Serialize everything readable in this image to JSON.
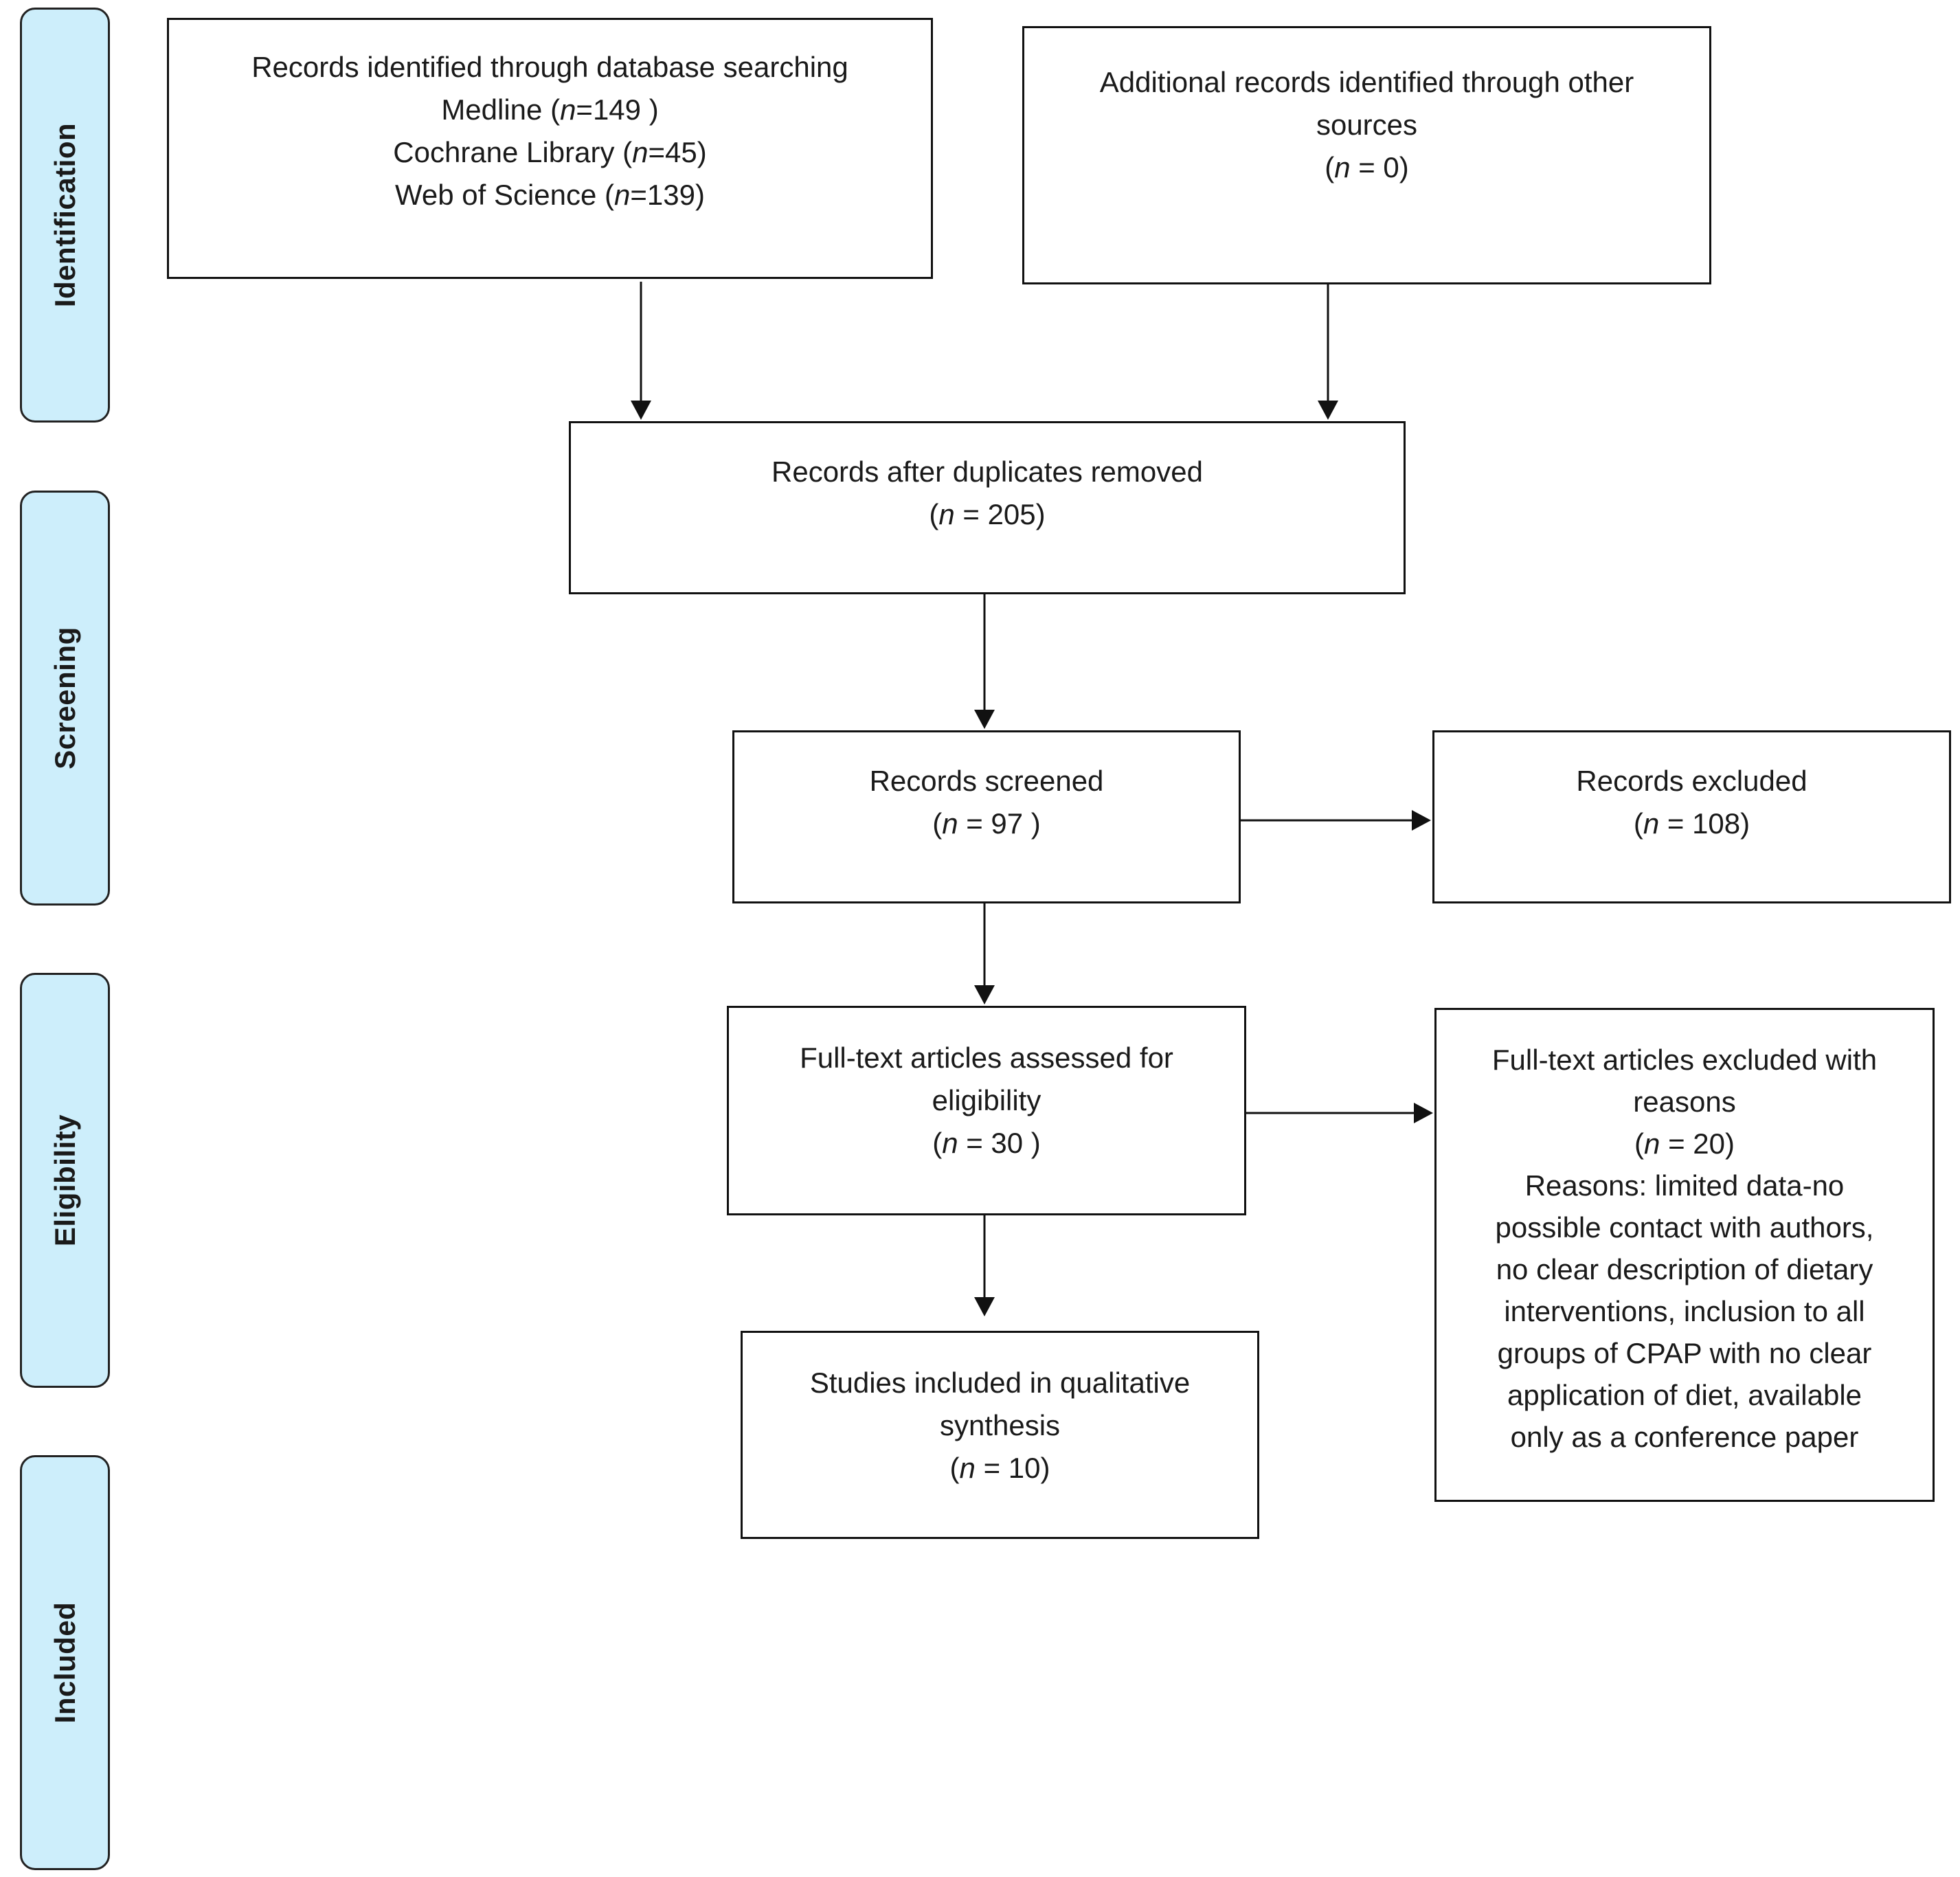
{
  "phases": {
    "identification": "Identification",
    "screening": "Screening",
    "eligibility": "Eligibility",
    "included": "Included"
  },
  "identified_database": {
    "title": "Records identified through database searching",
    "sources": [
      {
        "name": "Medline",
        "n_label": "n",
        "value": "=149 )"
      },
      {
        "name": "Cochrane Library",
        "n_label": "n",
        "value": "=45)"
      },
      {
        "name": "Web of Science",
        "n_label": "n",
        "value": "=139)"
      }
    ]
  },
  "identified_other": {
    "title": "Additional records identified through other sources",
    "n_label": "n",
    "value": "=  0)"
  },
  "after_duplicates": {
    "title": "Records after duplicates removed",
    "n_label": "n",
    "value": "=  205)"
  },
  "screened": {
    "title": "Records screened",
    "n_label": "n",
    "value": "= 97 )"
  },
  "excluded": {
    "title": "Records excluded",
    "n_label": "n",
    "value": "=  108)"
  },
  "fulltext_assessed": {
    "title": "Full-text articles assessed for eligibility",
    "n_label": "n",
    "value": "= 30 )"
  },
  "fulltext_excluded": {
    "title": "Full-text articles excluded with reasons",
    "n_label": "n",
    "value": "=   20)",
    "reasons": [
      "Reasons: limited data-no",
      "possible contact with authors,",
      "no clear description of dietary",
      "interventions, inclusion to all",
      "groups of CPAP with no clear",
      "application of diet, available",
      "only as a conference paper"
    ]
  },
  "included_studies": {
    "title": "Studies included in qualitative synthesis",
    "n_label": "n",
    "value": "=  10)"
  }
}
